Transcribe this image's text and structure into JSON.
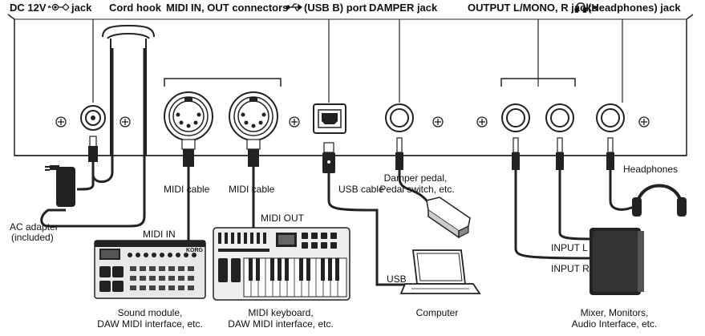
{
  "headers": {
    "dc_jack": "DC 12V",
    "dc_jack_suffix": "jack",
    "cord_hook": "Cord hook",
    "midi_connectors": "MIDI IN, OUT connectors",
    "usb_port": "(USB B) port",
    "damper_jack": "DAMPER jack",
    "output_jacks": "OUTPUT  L/MONO, R jacks",
    "headphones_jack": "(Headphones) jack"
  },
  "cables": {
    "midi_cable_1": "MIDI cable",
    "midi_cable_2": "MIDI cable",
    "usb_cable": "USB cable"
  },
  "devices": {
    "ac_adapter_line1": "AC adapter",
    "ac_adapter_line2": "(included)",
    "damper_line1": "Damper pedal,",
    "damper_line2": "Pedal switch, etc.",
    "headphones": "Headphones",
    "midi_in": "MIDI IN",
    "midi_out": "MIDI OUT",
    "usb": "USB",
    "input_l": "INPUT L",
    "input_r": "INPUT R",
    "sound_module_line1": "Sound module,",
    "sound_module_line2": "DAW MIDI interface, etc.",
    "midi_keyboard_line1": "MIDI keyboard,",
    "midi_keyboard_line2": "DAW MIDI interface, etc.",
    "computer": "Computer",
    "mixer_line1": "Mixer, Monitors,",
    "mixer_line2": "Audio Interface, etc.",
    "korg_logo": "KORG"
  },
  "icons": [
    "dc-polarity-icon",
    "usb-icon",
    "headphones-icon"
  ]
}
